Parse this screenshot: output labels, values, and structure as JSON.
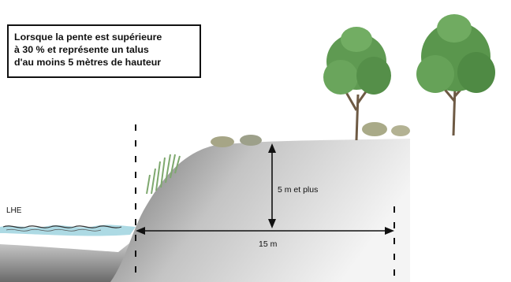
{
  "note": {
    "lines": [
      "Lorsque la pente est supérieure",
      "à 30 % et représente un talus",
      "d'au moins 5 mètres de hauteur"
    ]
  },
  "labels": {
    "height": "5 m et plus",
    "width": "15 m",
    "water_line": "LHE"
  },
  "colors": {
    "ground_light": "#f2f2f2",
    "ground_dark": "#8e8e8e",
    "water": "#9fd3df",
    "foliage": "#5f9a52",
    "lines": "#111111"
  }
}
